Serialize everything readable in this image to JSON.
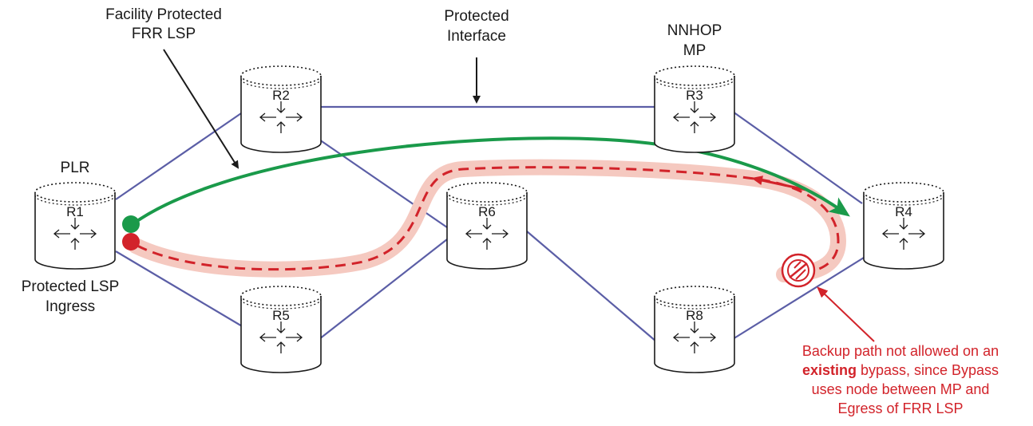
{
  "labels": {
    "facility_line1": "Facility Protected",
    "facility_line2": "FRR LSP",
    "protected_if_line1": "Protected",
    "protected_if_line2": "Interface",
    "nnhop_line1": "NNHOP",
    "nnhop_line2": "MP",
    "plr": "PLR",
    "ingress_line1": "Protected LSP",
    "ingress_line2": "Ingress"
  },
  "routers": [
    {
      "id": "R1",
      "label": "R1"
    },
    {
      "id": "R2",
      "label": "R2"
    },
    {
      "id": "R3",
      "label": "R3"
    },
    {
      "id": "R4",
      "label": "R4"
    },
    {
      "id": "R5",
      "label": "R5"
    },
    {
      "id": "R6",
      "label": "R6"
    },
    {
      "id": "R8",
      "label": "R8"
    }
  ],
  "links": [
    [
      "R1",
      "R2"
    ],
    [
      "R1",
      "R5"
    ],
    [
      "R2",
      "R3"
    ],
    [
      "R2",
      "R6"
    ],
    [
      "R5",
      "R6"
    ],
    [
      "R6",
      "R8"
    ],
    [
      "R3",
      "R4"
    ],
    [
      "R8",
      "R4"
    ]
  ],
  "annotation": {
    "line1": "Backup path not allowed on an",
    "line2_bold": "existing",
    "line2_rest": " bypass, since Bypass",
    "line3": "uses node between MP and",
    "line4": "Egress of FRR LSP"
  },
  "colors": {
    "link": "#5b5ea6",
    "primary_lsp": "#1a9a4a",
    "backup_path": "#d2232a",
    "backup_halo": "#f5c9c0"
  },
  "icons": {
    "router": "router-cylinder-icon",
    "blocked": "prohibited-icon"
  }
}
